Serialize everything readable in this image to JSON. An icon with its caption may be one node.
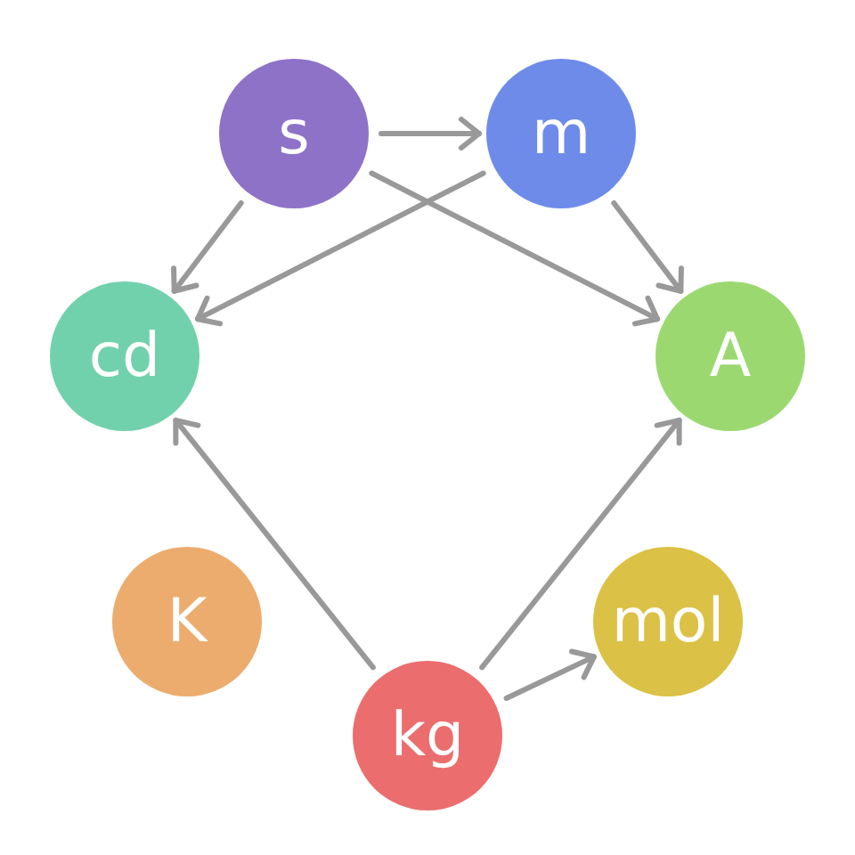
{
  "diagram": {
    "nodes": [
      {
        "text": [
          "s"
        ]
      },
      {
        "text": [
          "m"
        ]
      },
      {
        "text": [
          "cd"
        ]
      },
      {
        "text": [
          "A"
        ]
      },
      {
        "text": [
          "K"
        ]
      },
      {
        "text": [
          "mol"
        ]
      },
      {
        "text": [
          "kg"
        ]
      }
    ],
    "edges": [
      {
        "from": 0,
        "to": 1,
        "arrow": "to"
      },
      {
        "from": 0,
        "to": 2,
        "arrow": "to"
      },
      {
        "from": 1,
        "to": 2,
        "arrow": "to"
      },
      {
        "from": 0,
        "to": 3,
        "arrow": "to"
      },
      {
        "from": 1,
        "to": 3,
        "arrow": "to"
      },
      {
        "from": 6,
        "to": 2,
        "arrow": "to"
      },
      {
        "from": 6,
        "to": 3,
        "arrow": "to"
      },
      {
        "from": 6,
        "to": 5,
        "arrow": "to"
      }
    ]
  }
}
